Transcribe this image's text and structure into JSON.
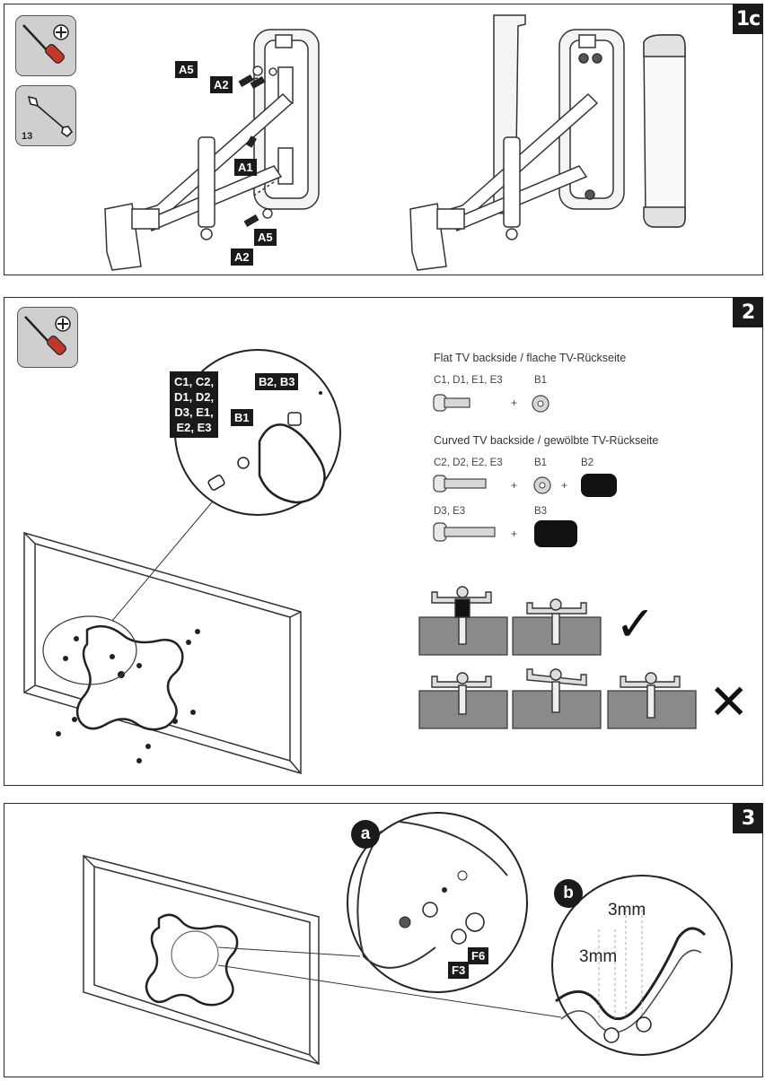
{
  "panel1": {
    "step": "1c",
    "tool_wrench_size": "13",
    "tags": {
      "a5_top": "A5",
      "a2_top": "A2",
      "a1": "A1",
      "a5_bottom": "A5",
      "a2_bottom": "A2"
    }
  },
  "panel2": {
    "step": "2",
    "zoom_tags": {
      "screws": [
        "C1, C2,",
        "D1, D2,",
        "D3, E1,",
        "E2, E3"
      ],
      "washer": "B1",
      "spacer": "B2, B3"
    },
    "flat": {
      "heading": "Flat TV backside / flache TV-Rückseite",
      "screw_label": "C1, D1, E1, E3",
      "washer_label": "B1",
      "plus": "+"
    },
    "curved": {
      "heading": "Curved TV backside / gewölbte TV-Rückseite",
      "row1": {
        "screw_label": "C2, D2, E2, E3",
        "washer_label": "B1",
        "spacer_label": "B2",
        "plus": "+"
      },
      "row2": {
        "screw_label": "D3, E3",
        "spacer_label": "B3",
        "plus": "+"
      }
    },
    "correct_mark": "✓",
    "wrong_mark": "✕"
  },
  "panel3": {
    "step": "3",
    "detail_a": "a",
    "detail_b": "b",
    "tags": {
      "f3": "F3",
      "f6": "F6"
    },
    "gap_top": "3mm",
    "gap_left": "3mm"
  }
}
